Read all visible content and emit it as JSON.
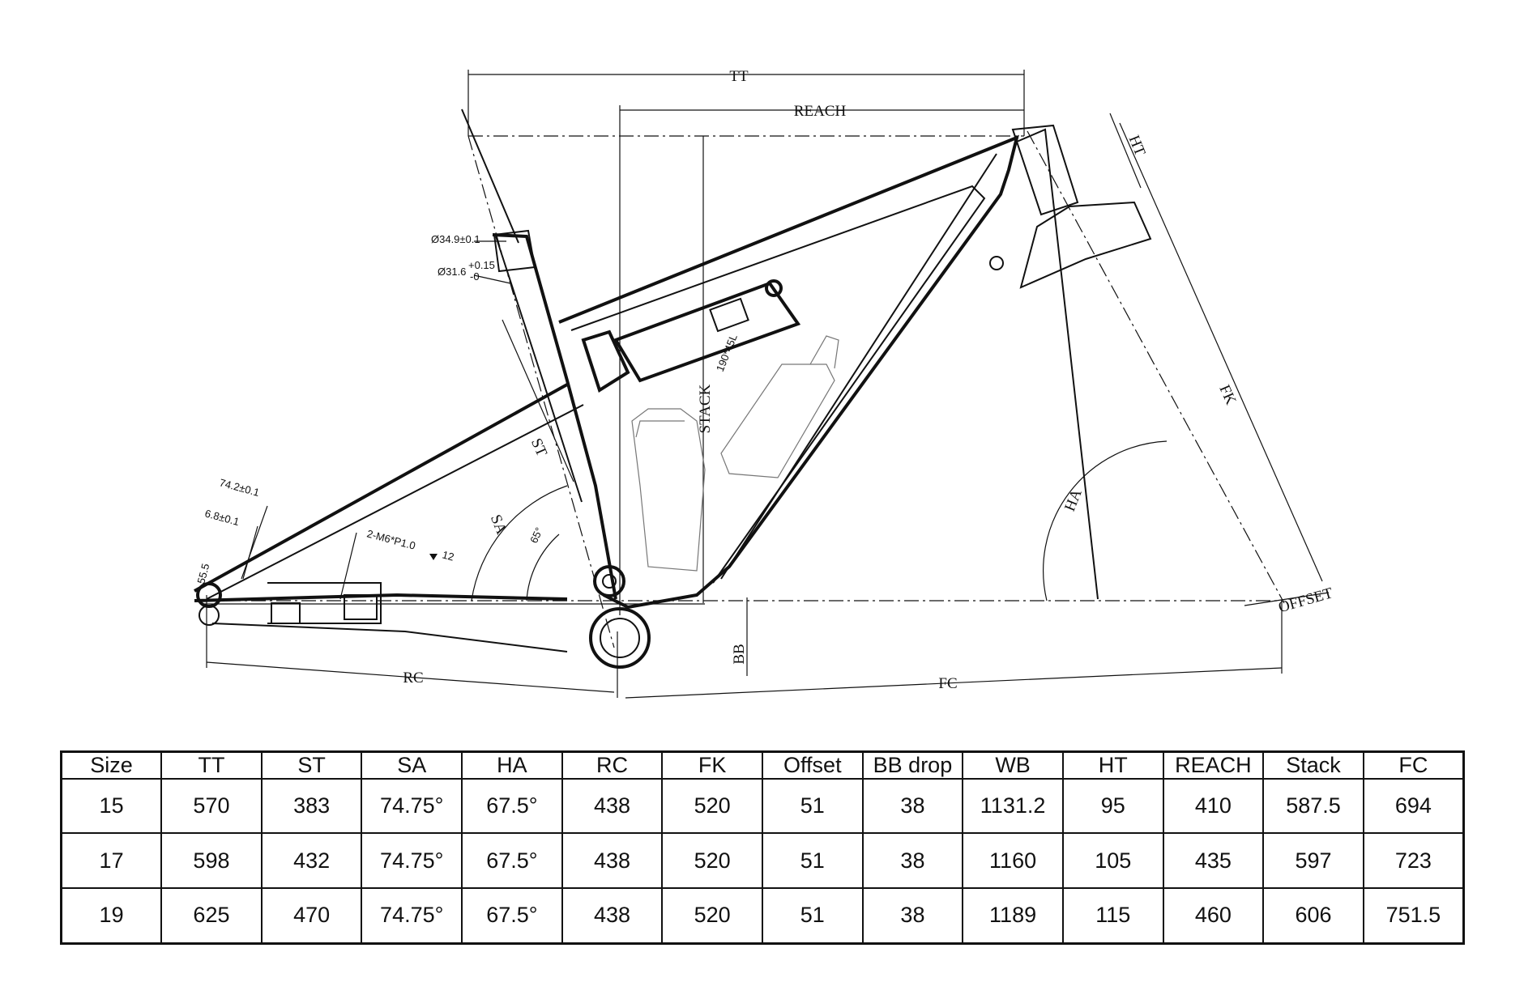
{
  "drawing": {
    "labels": {
      "tt": "TT",
      "reach": "REACH",
      "ht": "HT",
      "fk": "FK",
      "stack": "STACK",
      "st": "ST",
      "sa": "SA",
      "ha": "HA",
      "rc": "RC",
      "fc": "FC",
      "bb": "BB",
      "offset": "OFFSET"
    },
    "annotations": {
      "seatpost_outer": "Ø34.9±0.1",
      "seatpost_inner": "Ø31.6",
      "seatpost_tol_plus": "+0.15",
      "seatpost_tol_minus": "-0",
      "shock": "190*45L",
      "angle": "65°",
      "dropout_a": "74.2±0.1",
      "dropout_b": "6.8±0.1",
      "dropout_c": "55.5",
      "thread": "2-M6*P1.0",
      "thread_depth": "12"
    }
  },
  "table": {
    "headers": [
      "Size",
      "TT",
      "ST",
      "SA",
      "HA",
      "RC",
      "FK",
      "Offset",
      "BB drop",
      "WB",
      "HT",
      "REACH",
      "Stack",
      "FC"
    ],
    "rows": [
      [
        "15",
        "570",
        "383",
        "74.75°",
        "67.5°",
        "438",
        "520",
        "51",
        "38",
        "1131.2",
        "95",
        "410",
        "587.5",
        "694"
      ],
      [
        "17",
        "598",
        "432",
        "74.75°",
        "67.5°",
        "438",
        "520",
        "51",
        "38",
        "1160",
        "105",
        "435",
        "597",
        "723"
      ],
      [
        "19",
        "625",
        "470",
        "74.75°",
        "67.5°",
        "438",
        "520",
        "51",
        "38",
        "1189",
        "115",
        "460",
        "606",
        "751.5"
      ]
    ]
  }
}
